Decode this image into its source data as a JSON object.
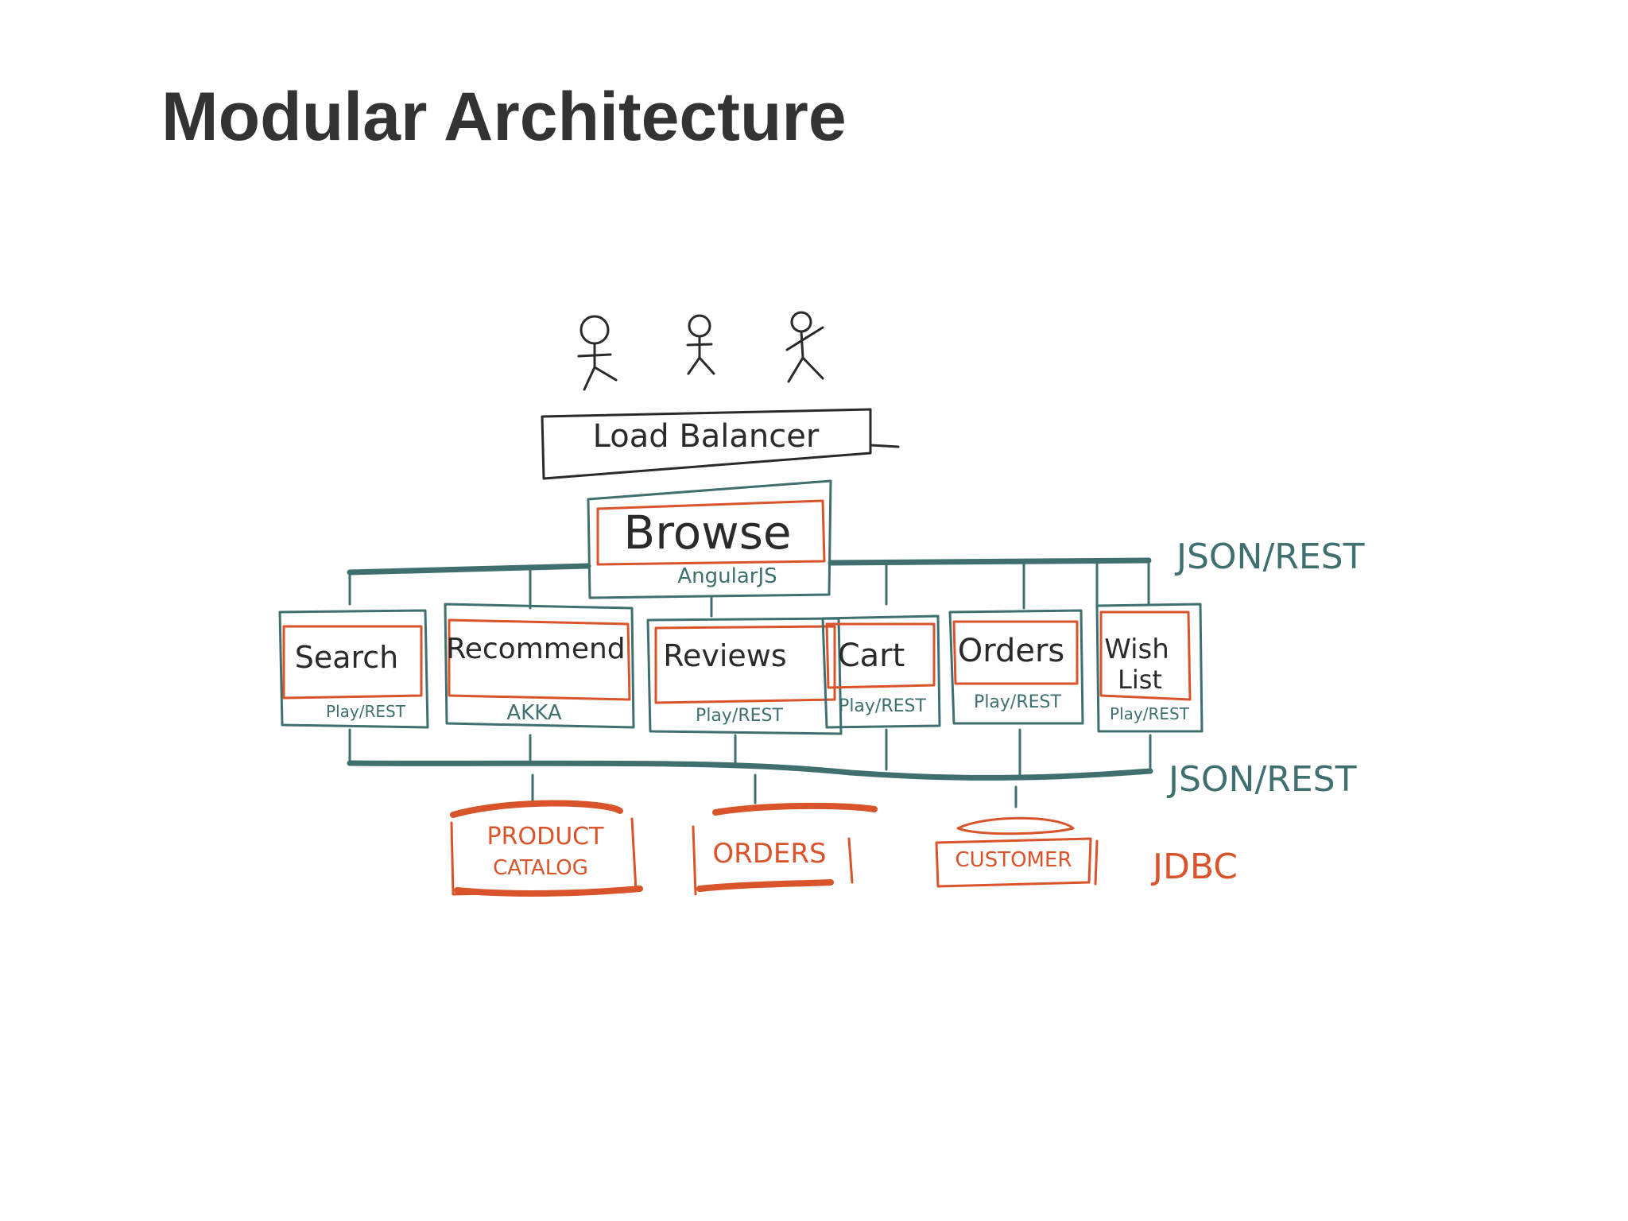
{
  "title": "Modular Architecture",
  "diagram": {
    "load_balancer": "Load Balancer",
    "browse": {
      "name": "Browse",
      "tech": "AngularJS"
    },
    "services": [
      {
        "name": "Search",
        "tech": "Play/REST"
      },
      {
        "name": "Recommend",
        "tech": "AKKA"
      },
      {
        "name": "Reviews",
        "tech": "Play/REST"
      },
      {
        "name": "Cart",
        "tech": "Play/REST"
      },
      {
        "name": "Orders",
        "tech": "Play/REST"
      },
      {
        "name": "Wish",
        "name2": "List",
        "tech": "Play/REST"
      }
    ],
    "databases": [
      "PRODUCT",
      "CATALOG",
      "ORDERS",
      "CUSTOMER"
    ],
    "protocols": {
      "top": "JSON/REST",
      "middle": "JSON/REST",
      "bottom": "JDBC"
    },
    "colors": {
      "ink": "#2a2a2a",
      "teal": "#3f6f6f",
      "red": "#d9532b",
      "title": "#333333"
    }
  }
}
